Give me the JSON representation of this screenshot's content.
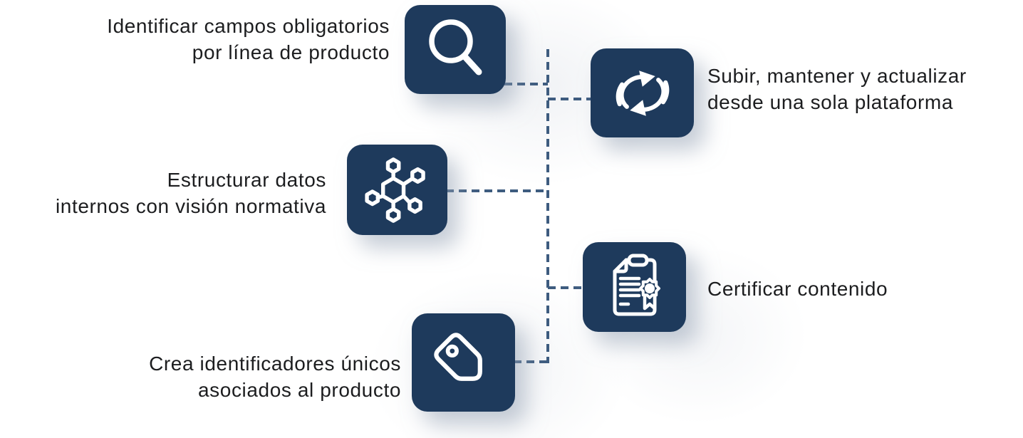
{
  "diagram": {
    "title": "Product data platform capabilities flow",
    "colors": {
      "tile_fill": "#1e3a5c",
      "connector": "#3e5c7f",
      "icon_stroke": "#ffffff",
      "text": "#1c1d1f",
      "background": "#ffffff"
    },
    "items": [
      {
        "id": "identificar",
        "icon": "magnifier-icon",
        "side": "left",
        "label_lines": [
          "Identificar campos obligatorios",
          "por línea de producto"
        ]
      },
      {
        "id": "subir",
        "icon": "sync-arrows-icon",
        "side": "right",
        "label_lines": [
          "Subir, mantener y actualizar",
          "desde una sola plataforma"
        ]
      },
      {
        "id": "estructurar",
        "icon": "molecule-icon",
        "side": "left",
        "label_lines": [
          "Estructurar datos",
          "internos con visión normativa"
        ]
      },
      {
        "id": "certificar",
        "icon": "certificate-icon",
        "side": "right",
        "label_lines": [
          "Certificar contenido"
        ]
      },
      {
        "id": "crea-identificadores",
        "icon": "tag-icon",
        "side": "left",
        "label_lines": [
          "Crea identificadores únicos",
          "asociados al producto"
        ]
      }
    ]
  }
}
